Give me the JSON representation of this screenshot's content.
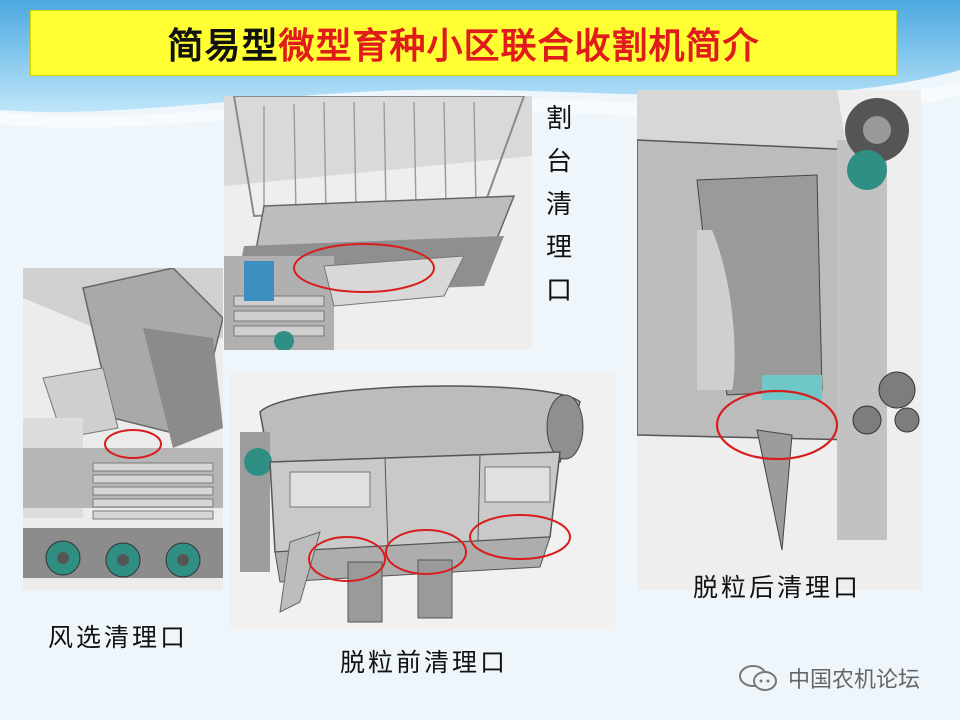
{
  "title": {
    "prefix": "简易型",
    "highlight": "微型育种小区联合收割机简介"
  },
  "captions": {
    "header_cleaning": [
      "割",
      "台",
      "清",
      "理",
      "口"
    ],
    "wind_cleaning": "风选清理口",
    "pre_threshing_cleaning": "脱粒前清理口",
    "post_threshing_cleaning": "脱粒后清理口"
  },
  "watermark": {
    "text": "中国农机论坛"
  },
  "colors": {
    "title_background": "#ffff33",
    "title_highlight": "#e01b1b",
    "marker_circle": "#d81d1d"
  }
}
